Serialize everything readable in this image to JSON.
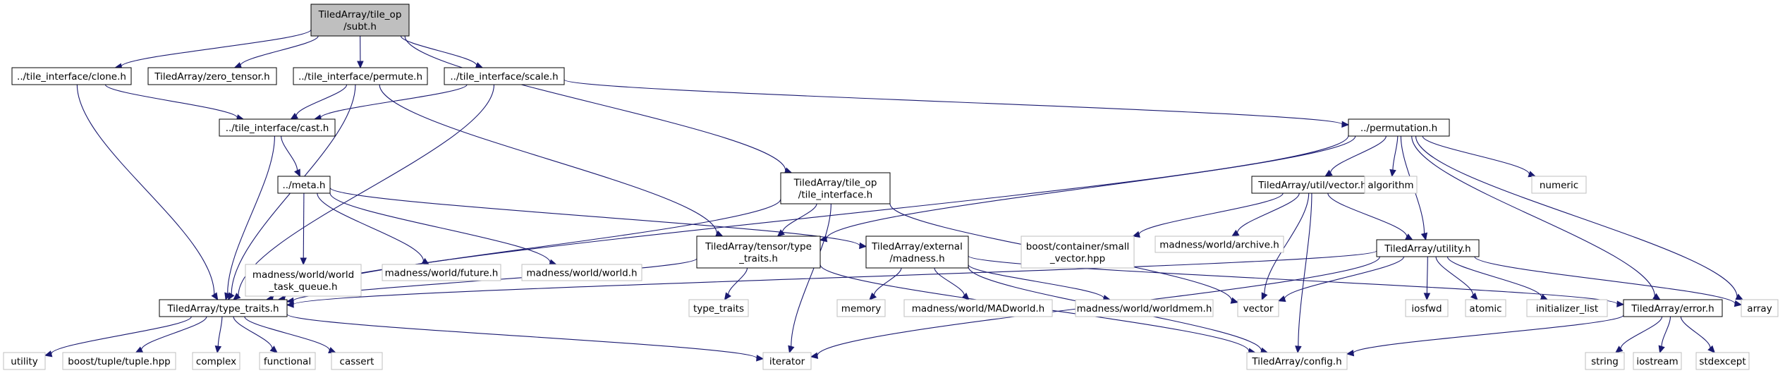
{
  "diagram": {
    "type": "include-dependency-graph",
    "nodes": [
      {
        "id": "subt",
        "lines": [
          "TiledArray/tile_op",
          "/subt.h"
        ],
        "kind": "root"
      },
      {
        "id": "clone",
        "lines": [
          "../tile_interface/clone.h"
        ],
        "kind": "normal"
      },
      {
        "id": "zero_tensor",
        "lines": [
          "TiledArray/zero_tensor.h"
        ],
        "kind": "normal"
      },
      {
        "id": "permute",
        "lines": [
          "../tile_interface/permute.h"
        ],
        "kind": "normal"
      },
      {
        "id": "scale",
        "lines": [
          "../tile_interface/scale.h"
        ],
        "kind": "normal"
      },
      {
        "id": "cast",
        "lines": [
          "../tile_interface/cast.h"
        ],
        "kind": "normal"
      },
      {
        "id": "meta",
        "lines": [
          "../meta.h"
        ],
        "kind": "normal"
      },
      {
        "id": "tile_interface",
        "lines": [
          "TiledArray/tile_op",
          "/tile_interface.h"
        ],
        "kind": "normal"
      },
      {
        "id": "permutation",
        "lines": [
          "../permutation.h"
        ],
        "kind": "normal"
      },
      {
        "id": "util_vector",
        "lines": [
          "TiledArray/util/vector.h"
        ],
        "kind": "normal"
      },
      {
        "id": "algorithm",
        "lines": [
          "algorithm"
        ],
        "kind": "system"
      },
      {
        "id": "numeric",
        "lines": [
          "numeric"
        ],
        "kind": "system"
      },
      {
        "id": "world_task_queue",
        "lines": [
          "madness/world/world",
          "_task_queue.h"
        ],
        "kind": "system"
      },
      {
        "id": "future",
        "lines": [
          "madness/world/future.h"
        ],
        "kind": "system"
      },
      {
        "id": "world",
        "lines": [
          "madness/world/world.h"
        ],
        "kind": "system"
      },
      {
        "id": "tensor_type_traits",
        "lines": [
          "TiledArray/tensor/type",
          "_traits.h"
        ],
        "kind": "normal"
      },
      {
        "id": "external_madness",
        "lines": [
          "TiledArray/external",
          "/madness.h"
        ],
        "kind": "normal"
      },
      {
        "id": "small_vector",
        "lines": [
          "boost/container/small",
          "_vector.hpp"
        ],
        "kind": "system"
      },
      {
        "id": "archive",
        "lines": [
          "madness/world/archive.h"
        ],
        "kind": "system"
      },
      {
        "id": "utility_h",
        "lines": [
          "TiledArray/utility.h"
        ],
        "kind": "normal"
      },
      {
        "id": "type_traits_h",
        "lines": [
          "TiledArray/type_traits.h"
        ],
        "kind": "normal"
      },
      {
        "id": "type_traits_std",
        "lines": [
          "type_traits"
        ],
        "kind": "system"
      },
      {
        "id": "memory",
        "lines": [
          "memory"
        ],
        "kind": "system"
      },
      {
        "id": "madworld",
        "lines": [
          "madness/world/MADworld.h"
        ],
        "kind": "system"
      },
      {
        "id": "worldmem",
        "lines": [
          "madness/world/worldmem.h"
        ],
        "kind": "system"
      },
      {
        "id": "vector",
        "lines": [
          "vector"
        ],
        "kind": "system"
      },
      {
        "id": "iosfwd",
        "lines": [
          "iosfwd"
        ],
        "kind": "system"
      },
      {
        "id": "atomic",
        "lines": [
          "atomic"
        ],
        "kind": "system"
      },
      {
        "id": "initializer_list",
        "lines": [
          "initializer_list"
        ],
        "kind": "system"
      },
      {
        "id": "error_h",
        "lines": [
          "TiledArray/error.h"
        ],
        "kind": "normal"
      },
      {
        "id": "array",
        "lines": [
          "array"
        ],
        "kind": "system"
      },
      {
        "id": "utility_std",
        "lines": [
          "utility"
        ],
        "kind": "system"
      },
      {
        "id": "tuple",
        "lines": [
          "boost/tuple/tuple.hpp"
        ],
        "kind": "system"
      },
      {
        "id": "complex",
        "lines": [
          "complex"
        ],
        "kind": "system"
      },
      {
        "id": "functional",
        "lines": [
          "functional"
        ],
        "kind": "system"
      },
      {
        "id": "cassert",
        "lines": [
          "cassert"
        ],
        "kind": "system"
      },
      {
        "id": "iterator",
        "lines": [
          "iterator"
        ],
        "kind": "system"
      },
      {
        "id": "config_h",
        "lines": [
          "TiledArray/config.h"
        ],
        "kind": "system"
      },
      {
        "id": "string",
        "lines": [
          "string"
        ],
        "kind": "system"
      },
      {
        "id": "iostream",
        "lines": [
          "iostream"
        ],
        "kind": "system"
      },
      {
        "id": "stdexcept",
        "lines": [
          "stdexcept"
        ],
        "kind": "system"
      }
    ],
    "edges": [
      [
        "subt",
        "clone"
      ],
      [
        "subt",
        "zero_tensor"
      ],
      [
        "subt",
        "permute"
      ],
      [
        "subt",
        "scale"
      ],
      [
        "subt",
        "tile_interface"
      ],
      [
        "clone",
        "cast"
      ],
      [
        "clone",
        "type_traits_h"
      ],
      [
        "permute",
        "cast"
      ],
      [
        "permute",
        "type_traits_h"
      ],
      [
        "permute",
        "tensor_type_traits"
      ],
      [
        "scale",
        "cast"
      ],
      [
        "scale",
        "type_traits_h"
      ],
      [
        "scale",
        "permutation"
      ],
      [
        "cast",
        "meta"
      ],
      [
        "cast",
        "type_traits_h"
      ],
      [
        "meta",
        "world_task_queue"
      ],
      [
        "meta",
        "future"
      ],
      [
        "meta",
        "world"
      ],
      [
        "meta",
        "external_madness"
      ],
      [
        "tile_interface",
        "tensor_type_traits"
      ],
      [
        "tile_interface",
        "type_traits_h"
      ],
      [
        "tile_interface",
        "iterator"
      ],
      [
        "tile_interface",
        "vector"
      ],
      [
        "permutation",
        "tensor_type_traits"
      ],
      [
        "permutation",
        "type_traits_h"
      ],
      [
        "permutation",
        "util_vector"
      ],
      [
        "permutation",
        "algorithm"
      ],
      [
        "permutation",
        "numeric"
      ],
      [
        "permutation",
        "utility_h"
      ],
      [
        "permutation",
        "error_h"
      ],
      [
        "permutation",
        "array"
      ],
      [
        "util_vector",
        "small_vector"
      ],
      [
        "util_vector",
        "archive"
      ],
      [
        "util_vector",
        "vector"
      ],
      [
        "util_vector",
        "utility_h"
      ],
      [
        "util_vector",
        "config_h"
      ],
      [
        "tensor_type_traits",
        "type_traits_h"
      ],
      [
        "tensor_type_traits",
        "type_traits_std"
      ],
      [
        "tensor_type_traits",
        "config_h"
      ],
      [
        "external_madness",
        "memory"
      ],
      [
        "external_madness",
        "madworld"
      ],
      [
        "external_madness",
        "worldmem"
      ],
      [
        "external_madness",
        "config_h"
      ],
      [
        "external_madness",
        "error_h"
      ],
      [
        "utility_h",
        "type_traits_h"
      ],
      [
        "utility_h",
        "vector"
      ],
      [
        "utility_h",
        "iterator"
      ],
      [
        "utility_h",
        "iosfwd"
      ],
      [
        "utility_h",
        "atomic"
      ],
      [
        "utility_h",
        "initializer_list"
      ],
      [
        "utility_h",
        "array"
      ],
      [
        "type_traits_h",
        "utility_std"
      ],
      [
        "type_traits_h",
        "tuple"
      ],
      [
        "type_traits_h",
        "complex"
      ],
      [
        "type_traits_h",
        "functional"
      ],
      [
        "type_traits_h",
        "cassert"
      ],
      [
        "type_traits_h",
        "iterator"
      ],
      [
        "error_h",
        "config_h"
      ],
      [
        "error_h",
        "string"
      ],
      [
        "error_h",
        "iostream"
      ],
      [
        "error_h",
        "stdexcept"
      ]
    ]
  }
}
